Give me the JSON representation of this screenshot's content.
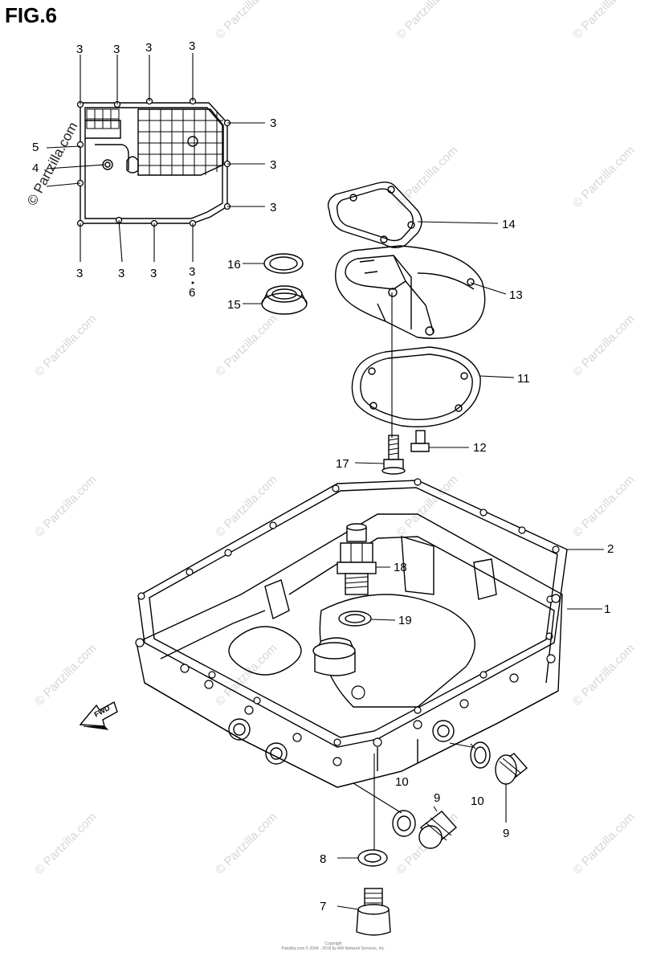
{
  "figure": {
    "title": "FIG.6"
  },
  "watermark": {
    "text": "© Partzilla.com"
  },
  "footer": {
    "line1": "Copyright",
    "line2": "Partzilla.com © 2004 - 2019 by ARI Network Services, Inc."
  },
  "callouts": {
    "c3a": "3",
    "c3b": "3",
    "c3c": "3",
    "c3d": "3",
    "c3e": "3",
    "c3f": "3",
    "c3g": "3",
    "c3h": "3",
    "c3i": "3",
    "c3j": "3",
    "c3k": "3",
    "c4": "4",
    "c5": "5",
    "c6": "6",
    "c1": "1",
    "c2": "2",
    "c7": "7",
    "c8": "8",
    "c9a": "9",
    "c9b": "9",
    "c10a": "10",
    "c10b": "10",
    "c11": "11",
    "c12": "12",
    "c13": "13",
    "c14": "14",
    "c15": "15",
    "c16": "16",
    "c17": "17",
    "c18": "18",
    "c19": "19"
  },
  "arrow": {
    "label": "FWD"
  }
}
